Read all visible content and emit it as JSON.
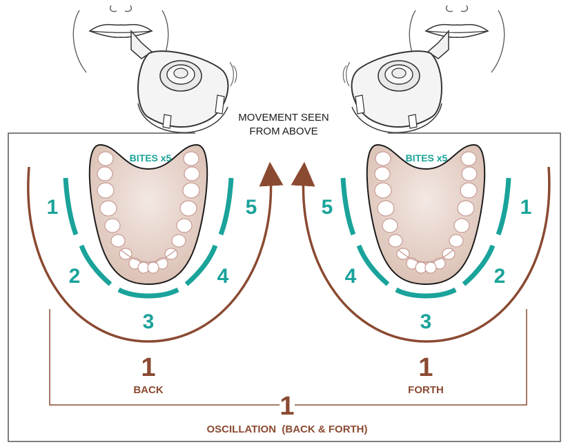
{
  "heading_line1": "MOVEMENT SEEN",
  "heading_line2": "FROM ABOVE",
  "left": {
    "bites_label": "BITES x5",
    "positions": [
      "1",
      "2",
      "3",
      "4",
      "5"
    ],
    "count": "1",
    "direction": "BACK"
  },
  "right": {
    "bites_label": "BITES x5",
    "positions": [
      "5",
      "4",
      "3",
      "2",
      "1"
    ],
    "count": "1",
    "direction": "FORTH"
  },
  "total_count": "1",
  "oscillation_label": "OSCILLATION  (BACK & FORTH)",
  "colors": {
    "teal": "#1aa39a",
    "brown": "#8a4a31",
    "arch_fill": "#e8d7cf",
    "outline": "#333333"
  },
  "icons": [
    "mouth-with-device-left",
    "mouth-with-device-right",
    "dental-arch"
  ]
}
